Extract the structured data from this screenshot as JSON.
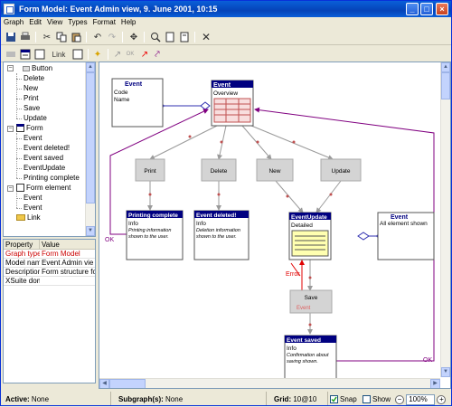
{
  "window": {
    "title": "Form Model: Event Admin view, 9. June 2001, 10:15",
    "min": "_",
    "max": "□",
    "close": "×"
  },
  "menu": [
    "Graph",
    "Edit",
    "View",
    "Types",
    "Format",
    "Help"
  ],
  "toolbar2": {
    "link_label": "Link",
    "ok_label": "OK"
  },
  "tree": {
    "button_root": "Button",
    "button_children": [
      "Delete",
      "New",
      "Print",
      "Save",
      "Update"
    ],
    "form_root": "Form",
    "form_children": [
      "Event",
      "Event deleted!",
      "Event saved",
      "EventUpdate",
      "Printing complete"
    ],
    "formel_root": "Form element",
    "formel_children": [
      "Event",
      "Event"
    ],
    "link": "Link"
  },
  "props": {
    "col_property": "Property",
    "col_value": "Value",
    "rows": [
      {
        "k": "Graph type",
        "v": "Form Model"
      },
      {
        "k": "Model name",
        "v": "Event Admin vie"
      },
      {
        "k": "Description",
        "v": "Form structure fo"
      },
      {
        "k": "XSuite doma",
        "v": ""
      }
    ]
  },
  "diagram": {
    "event_form": {
      "title": "Event",
      "lines": [
        "Code",
        "Name"
      ]
    },
    "event_overview": {
      "title": "Event",
      "sub": "Overview"
    },
    "buttons": {
      "print": "Print",
      "delete": "Delete",
      "new": "New",
      "update": "Update",
      "save": "Save",
      "save_event": "Event"
    },
    "printing": {
      "title": "Printing complete",
      "sub": "Info",
      "desc": "Printing information shown to the user."
    },
    "deleted": {
      "title": "Event deleted!",
      "sub": "Info",
      "desc": "Deletion information shown to the user."
    },
    "eventupdate": {
      "title": "EventUpdate",
      "sub": "Detailed"
    },
    "event_all": {
      "title": "Event",
      "sub": "All element shown"
    },
    "saved": {
      "title": "Event saved",
      "sub": "Info",
      "desc": "Confirmation about saving shown."
    },
    "labels": {
      "ok_left": "OK",
      "error": "Error",
      "ok_bottom": "OK"
    }
  },
  "status": {
    "active_label": "Active:",
    "active_value": "None",
    "subgraph_label": "Subgraph(s):",
    "subgraph_value": "None",
    "grid_label": "Grid:",
    "grid_value": "10@10",
    "snap": "Snap",
    "show": "Show",
    "zoom": "100%"
  },
  "colors": {
    "title_bg": "#0a5fd8",
    "node_header": "#000080",
    "button_node": "#d4d4d4",
    "edge_gray": "#9a9a9a",
    "edge_purple": "#800080",
    "edge_blue": "#3030b0",
    "error_red": "#e00000"
  }
}
